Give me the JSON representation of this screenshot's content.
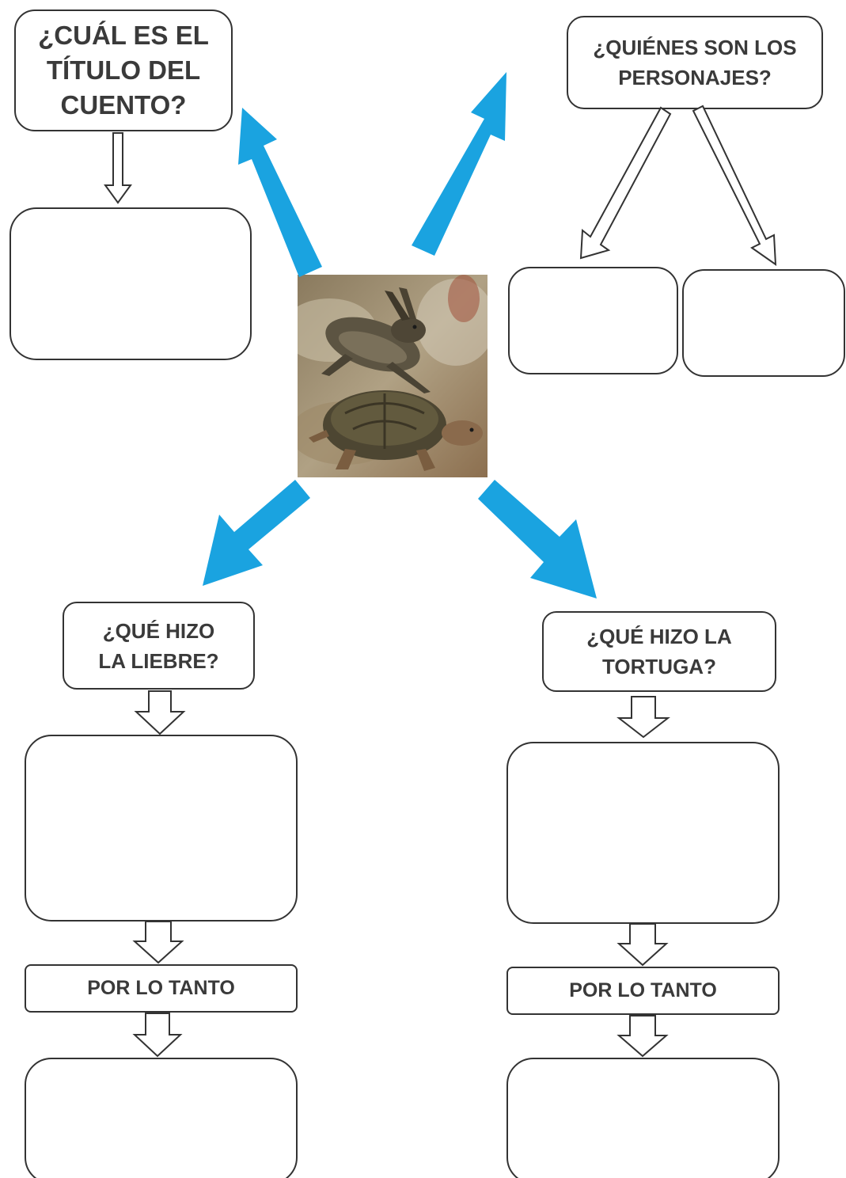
{
  "questions": {
    "title": "¿CUÁL ES EL\nTÍTULO DEL\nCUENTO?",
    "characters": "¿QUIÉNES SON LOS\nPERSONAJES?",
    "hare": "¿QUÉ HIZO\nLA LIEBRE?",
    "tortoise": "¿QUÉ HIZO LA\nTORTUGA?"
  },
  "consequence_labels": {
    "left": "POR LO TANTO",
    "right": "POR LO TANTO"
  },
  "center_image": {
    "subject": "hare-and-tortoise-illustration"
  },
  "colors": {
    "arrow_blue": "#1aa3e0",
    "outline": "#333333",
    "text": "#3a3a3a"
  }
}
